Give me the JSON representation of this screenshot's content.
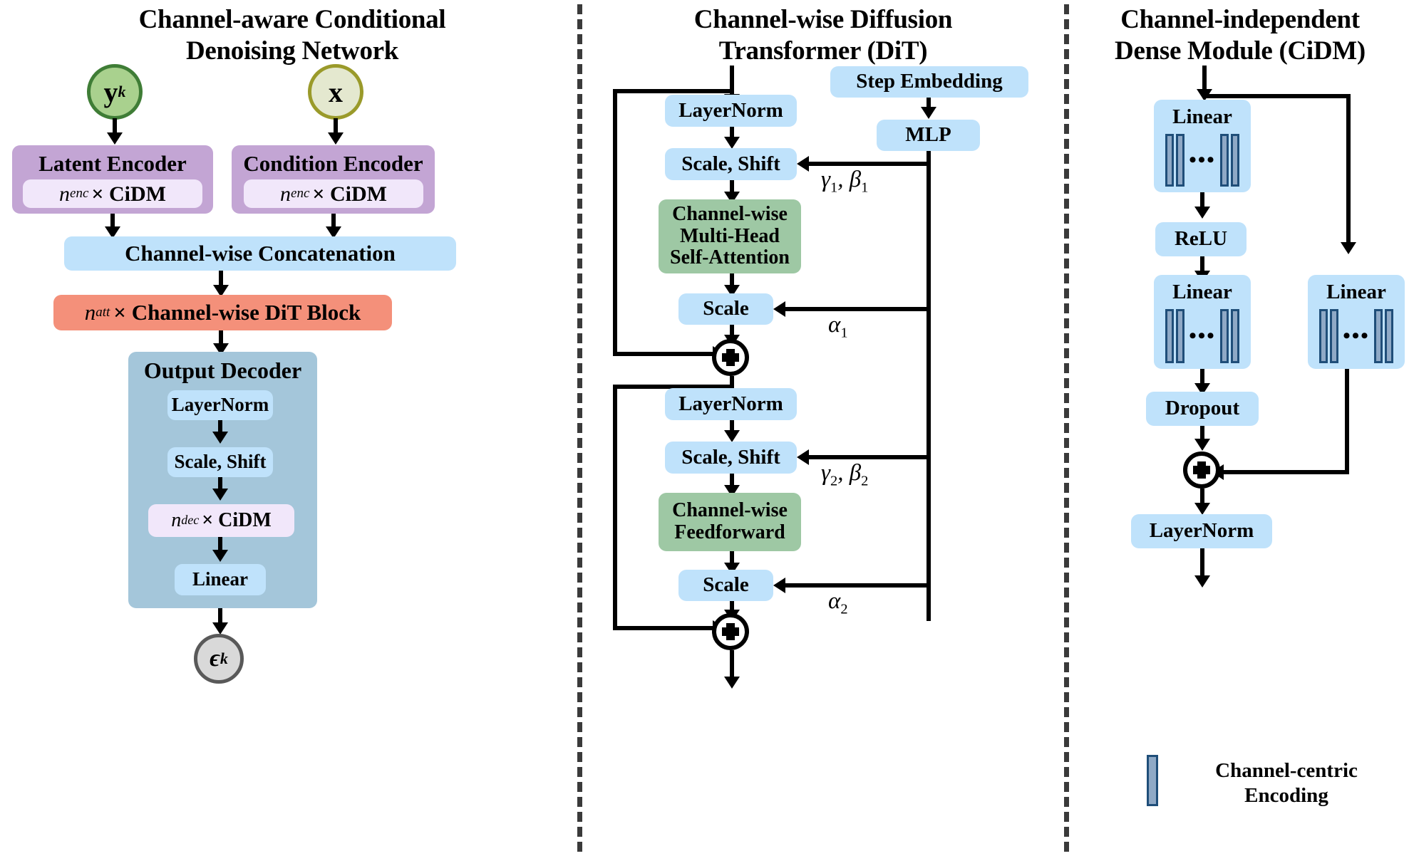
{
  "panels": {
    "left": {
      "title_line1": "Channel-aware Conditional",
      "title_line2": "Denoising Network",
      "node_yk": "y",
      "node_yk_sub": "k",
      "node_x": "x",
      "latent_encoder": "Latent Encoder",
      "condition_encoder": "Condition Encoder",
      "enc_cidm_n": "n",
      "enc_cidm_nsub": "enc",
      "enc_cidm_rest": "× CiDM",
      "concat": "Channel-wise Concatenation",
      "dit_block_n": "n",
      "dit_block_nsub": "att",
      "dit_block_rest": "× Channel-wise DiT Block",
      "output_decoder": "Output Decoder",
      "layernorm": "LayerNorm",
      "scale_shift": "Scale, Shift",
      "dec_cidm_n": "n",
      "dec_cidm_nsub": "dec",
      "dec_cidm_rest": "× CiDM",
      "linear": "Linear",
      "output_eps": "ϵ",
      "output_eps_sub": "k"
    },
    "middle": {
      "title_line1": "Channel-wise Diffusion",
      "title_line2": "Transformer (DiT)",
      "step_embedding": "Step Embedding",
      "mlp": "MLP",
      "layernorm_1": "LayerNorm",
      "scale_shift_1": "Scale, Shift",
      "attention_line1": "Channel-wise",
      "attention_line2": "Multi-Head",
      "attention_line3": "Self-Attention",
      "scale_1": "Scale",
      "layernorm_2": "LayerNorm",
      "scale_shift_2": "Scale, Shift",
      "feedforward_line1": "Channel-wise",
      "feedforward_line2": "Feedforward",
      "scale_2": "Scale",
      "gamma_beta_1": "γ",
      "gamma_beta_1_sub": "1",
      "gamma_beta_1_mid": ", β",
      "gamma_beta_1_sub2": "1",
      "gamma_beta_2": "γ",
      "gamma_beta_2_sub": "2",
      "gamma_beta_2_mid": ", β",
      "gamma_beta_2_sub2": "2",
      "alpha_1": "α",
      "alpha_1_sub": "1",
      "alpha_2": "α",
      "alpha_2_sub": "2",
      "plus_icon": "plus-circle-icon"
    },
    "right": {
      "title_line1": "Channel-independent",
      "title_line2": "Dense Module (CiDM)",
      "linear_1": "Linear",
      "relu": "ReLU",
      "linear_2": "Linear",
      "linear_skip": "Linear",
      "dropout": "Dropout",
      "layernorm": "LayerNorm",
      "bar_dots": "•••",
      "legend_line1": "Channel-centric",
      "legend_line2": "Encoding"
    }
  },
  "colors": {
    "blue": "#bfe2fb",
    "green": "#9ec8a4",
    "purple": "#c3a5d4",
    "lilac": "#f1e7fa",
    "salmon": "#f4907a",
    "slate": "#a4c6da",
    "node_green_fill": "#a9d18e",
    "node_green_stroke": "#3f7d36",
    "node_olive_fill": "#e4e8cf",
    "node_olive_stroke": "#9a9a2a",
    "node_gray_fill": "#d9d9d9",
    "node_gray_stroke": "#595959",
    "bar_fill": "#8fa9c6",
    "bar_stroke": "#1f4e79",
    "line": "#000000",
    "divider": "#3a3a3a"
  }
}
